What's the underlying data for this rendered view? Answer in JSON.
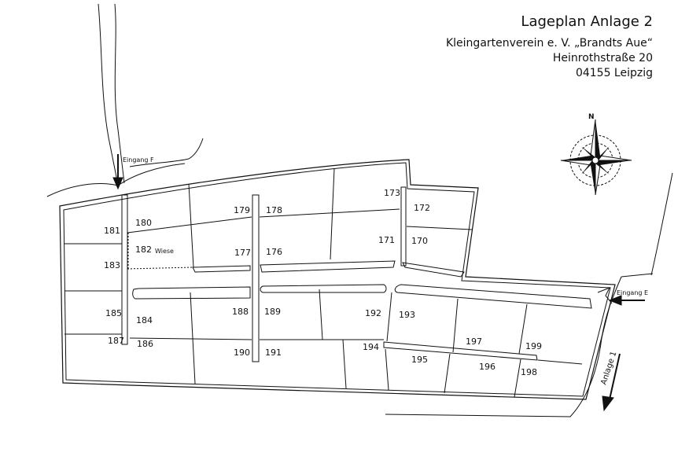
{
  "header": {
    "title": "Lageplan Anlage 2",
    "line1": "Kleingartenverein e. V. „Brandts Aue“",
    "line2": "Heinrothstraße 20",
    "line3": "04155 Leipzig"
  },
  "compass": {
    "north_label": "N"
  },
  "labels": {
    "eingang_f": "Eingang F",
    "eingang_e": "Eingang E",
    "anlage_1": "Anlage 1",
    "wiese": "Wiese"
  },
  "plots": [
    "172",
    "173",
    "170",
    "171",
    "178",
    "179",
    "180",
    "181",
    "176",
    "177",
    "182",
    "183",
    "185",
    "184",
    "188",
    "189",
    "192",
    "193",
    "187",
    "186",
    "190",
    "191",
    "194",
    "195",
    "196",
    "197",
    "198",
    "199"
  ],
  "colors": {
    "line": "#111111",
    "background": "#ffffff"
  }
}
